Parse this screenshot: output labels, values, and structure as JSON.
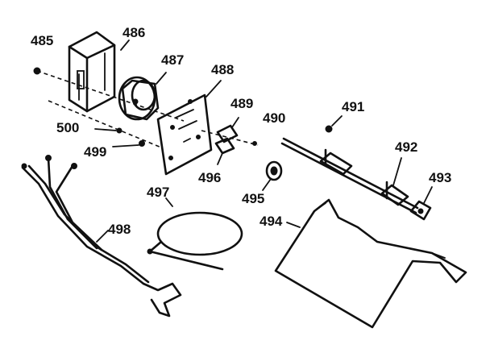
{
  "labels": {
    "l485": "485",
    "l486": "486",
    "l487": "487",
    "l488": "488",
    "l489": "489",
    "l490": "490",
    "l491": "491",
    "l492": "492",
    "l493": "493",
    "l494": "494",
    "l495": "495",
    "l496": "496",
    "l497": "497",
    "l498": "498",
    "l499": "499",
    "l500": "500"
  },
  "colors": {
    "ink": "#111111",
    "paper": "#ffffff"
  }
}
